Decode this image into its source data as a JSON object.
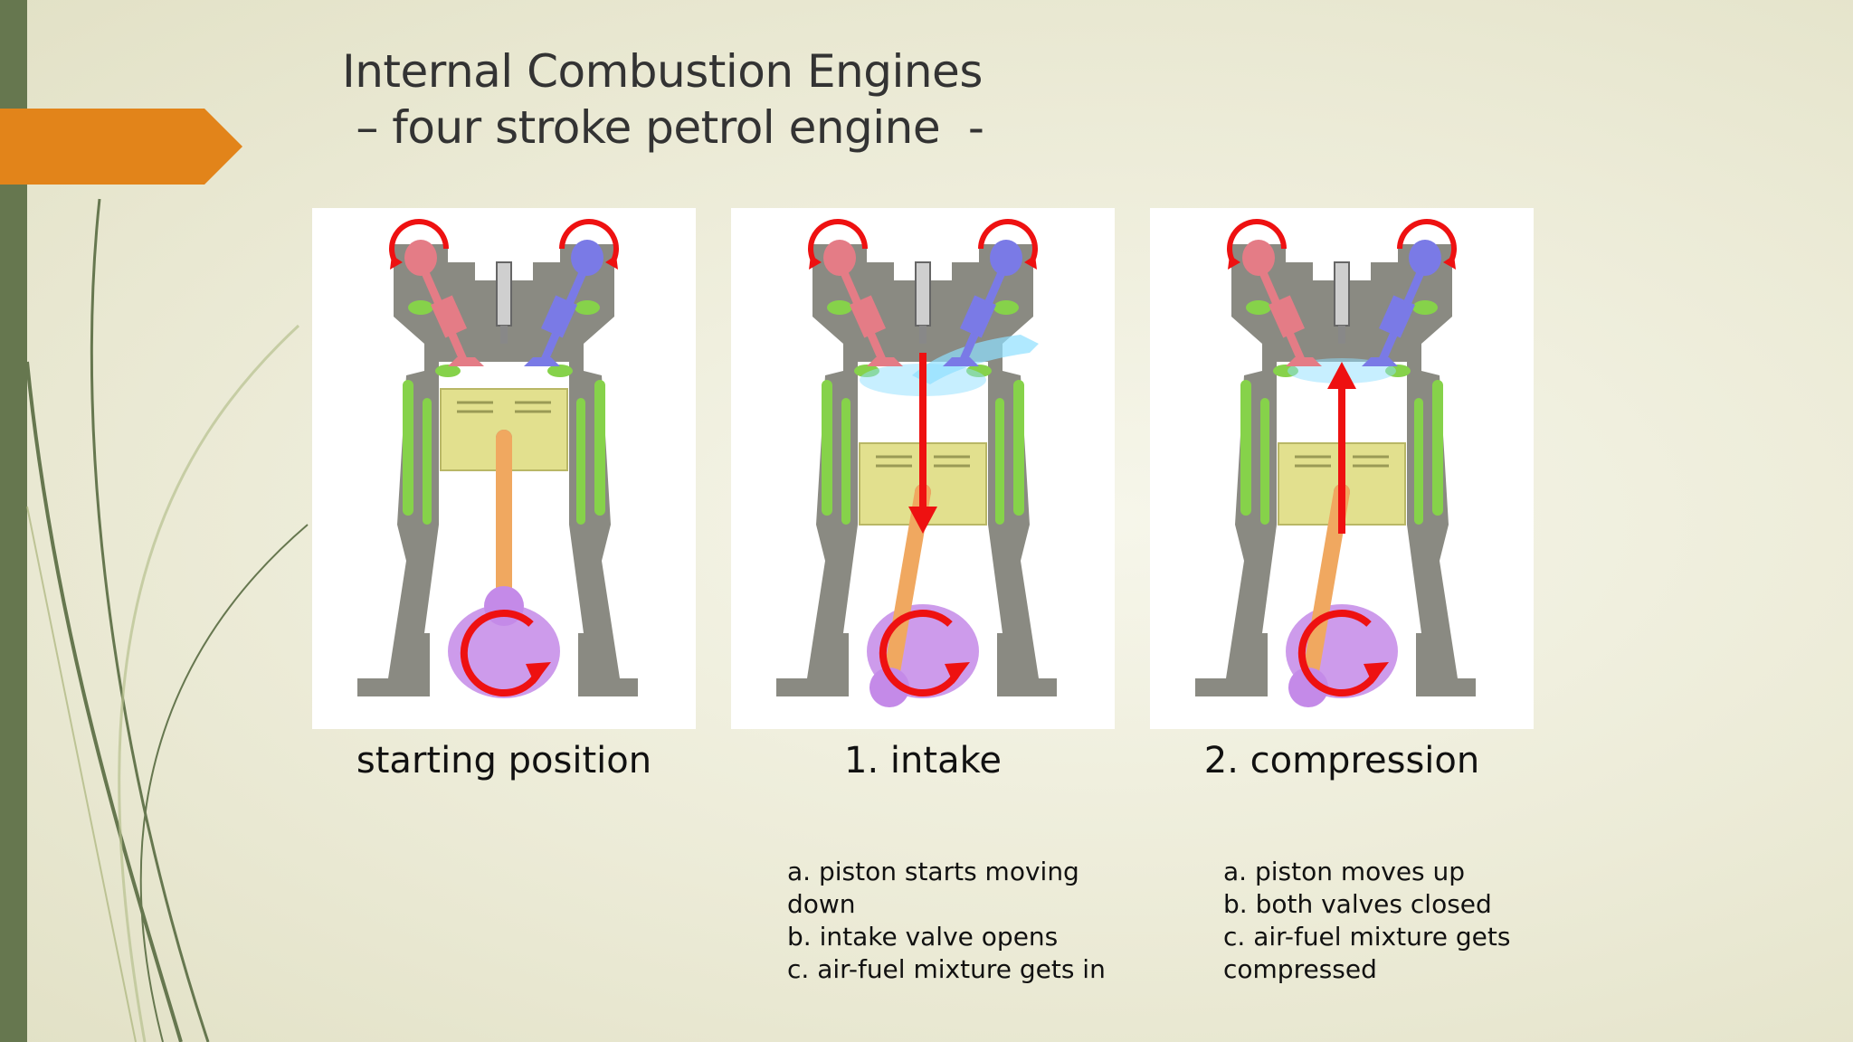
{
  "title": {
    "line1": "Internal Combustion Engines",
    "line2": " – four stroke petrol engine  -"
  },
  "panels": [
    {
      "caption": "starting position",
      "steps": [],
      "piston_position": "top",
      "piston_motion": "none",
      "gas": "none"
    },
    {
      "caption": "1. intake",
      "steps": [
        "a. piston starts moving down",
        "b. intake valve opens",
        "c. air-fuel mixture gets in"
      ],
      "piston_position": "bottom",
      "piston_motion": "down",
      "gas": "intake"
    },
    {
      "caption": "2. compression",
      "steps": [
        "a. piston moves up",
        "b. both valves closed",
        "c. air-fuel mixture gets compressed"
      ],
      "piston_position": "bottom",
      "piston_motion": "up",
      "gas": "compressed"
    }
  ],
  "colors": {
    "accent_bar": "#66774f",
    "arrow_tab": "#e2841a",
    "motion_arrow": "#ee1111",
    "block": "#8a8a82",
    "coolant": "#86d24a",
    "piston": "#e2e08e",
    "rod": "#f0a860",
    "crank": "#c48ae8",
    "intake_valve": "#7a7ae6",
    "exhaust_valve": "#e47c86",
    "gas": "#8fe0ff"
  }
}
